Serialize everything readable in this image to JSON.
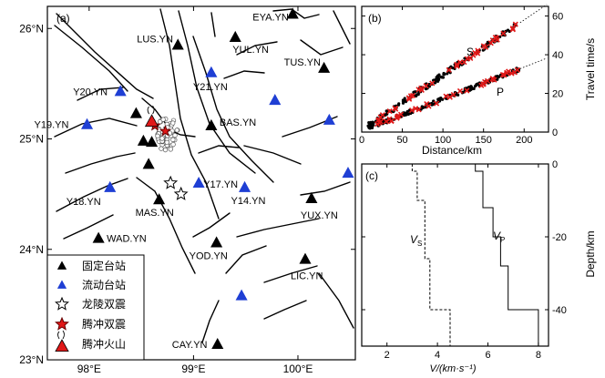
{
  "chart_data": [
    {
      "panel": "(a)",
      "type": "map",
      "lat_ticks": [
        "26°N",
        "25°N",
        "24°N",
        "23°N"
      ],
      "lon_ticks": [
        "98°E",
        "99°E",
        "100°E"
      ],
      "lat_range": [
        23.0,
        26.2
      ],
      "lon_range": [
        97.6,
        100.55
      ],
      "stations": [
        {
          "name": "EYA.YN",
          "lon": 99.95,
          "lat": 26.13,
          "kind": "fixed",
          "label": true
        },
        {
          "name": "LUS.YN",
          "lon": 98.85,
          "lat": 25.85,
          "kind": "fixed",
          "label": true
        },
        {
          "name": "YUL.YN",
          "lon": 99.4,
          "lat": 25.92,
          "kind": "fixed",
          "label": true
        },
        {
          "name": "TUS.YN",
          "lon": 100.25,
          "lat": 25.64,
          "kind": "fixed",
          "label": true
        },
        {
          "name": "Y21.YN",
          "lon": 99.17,
          "lat": 25.6,
          "kind": "mobile",
          "label": true
        },
        {
          "name": "Y20.YN",
          "lon": 98.3,
          "lat": 25.43,
          "kind": "mobile",
          "label": true
        },
        {
          "name": "",
          "lon": 99.78,
          "lat": 25.35,
          "kind": "mobile",
          "label": false
        },
        {
          "name": "Y19.YN",
          "lon": 97.98,
          "lat": 25.13,
          "kind": "mobile",
          "label": true
        },
        {
          "name": "",
          "lon": 98.45,
          "lat": 25.23,
          "kind": "fixed",
          "label": false
        },
        {
          "name": "",
          "lon": 100.3,
          "lat": 25.17,
          "kind": "mobile",
          "label": false
        },
        {
          "name": "BAS.YN",
          "lon": 99.17,
          "lat": 25.12,
          "kind": "fixed",
          "label": true
        },
        {
          "name": "",
          "lon": 98.52,
          "lat": 24.98,
          "kind": "fixed",
          "label": false
        },
        {
          "name": "",
          "lon": 98.6,
          "lat": 24.97,
          "kind": "fixed",
          "label": false
        },
        {
          "name": "",
          "lon": 98.57,
          "lat": 24.77,
          "kind": "fixed",
          "label": false
        },
        {
          "name": "Y17.YN",
          "lon": 99.05,
          "lat": 24.6,
          "kind": "mobile",
          "label": true
        },
        {
          "name": "",
          "lon": 100.48,
          "lat": 24.69,
          "kind": "mobile",
          "label": false
        },
        {
          "name": "Y18.YN",
          "lon": 98.2,
          "lat": 24.56,
          "kind": "mobile",
          "label": true
        },
        {
          "name": "Y14.YN",
          "lon": 99.49,
          "lat": 24.56,
          "kind": "mobile",
          "label": true
        },
        {
          "name": "MAS.YN",
          "lon": 98.67,
          "lat": 24.45,
          "kind": "fixed",
          "label": true
        },
        {
          "name": "YUX.YN",
          "lon": 100.13,
          "lat": 24.46,
          "kind": "fixed",
          "label": true
        },
        {
          "name": "WAD.YN",
          "lon": 98.09,
          "lat": 24.1,
          "kind": "fixed",
          "label": true
        },
        {
          "name": "YOD.YN",
          "lon": 99.22,
          "lat": 24.06,
          "kind": "fixed",
          "label": true
        },
        {
          "name": "LIC.YN",
          "lon": 100.07,
          "lat": 23.91,
          "kind": "fixed",
          "label": true
        },
        {
          "name": "",
          "lon": 99.46,
          "lat": 23.58,
          "kind": "mobile",
          "label": false
        },
        {
          "name": "CAY.YN",
          "lon": 99.23,
          "lat": 23.14,
          "kind": "fixed",
          "label": true
        }
      ],
      "events": [
        {
          "kind": "longling",
          "lon": 98.78,
          "lat": 24.6
        },
        {
          "kind": "longling",
          "lon": 98.88,
          "lat": 24.5
        },
        {
          "kind": "tengchong",
          "lon": 98.63,
          "lat": 25.12
        },
        {
          "kind": "tengchong",
          "lon": 98.73,
          "lat": 25.07
        },
        {
          "kind": "volcano",
          "lon": 98.6,
          "lat": 25.16
        }
      ],
      "legend": [
        {
          "symbol": "fixed",
          "label": "固定台站"
        },
        {
          "symbol": "mobile",
          "label": "流动台站"
        },
        {
          "symbol": "longling",
          "label": "龙陵双震"
        },
        {
          "symbol": "tengchong",
          "label": "腾冲双震"
        },
        {
          "symbol": "volcano",
          "label": "腾冲火山"
        }
      ],
      "colors": {
        "fixed": "#000000",
        "mobile": "#1f3fd4",
        "red": "#e01818"
      }
    },
    {
      "panel": "(b)",
      "type": "scatter",
      "xlabel": "Distance/km",
      "ylabel": "Travel time/s",
      "xticks": [
        0,
        50,
        100,
        150,
        200
      ],
      "yticks": [
        0,
        20,
        40,
        60
      ],
      "xlim": [
        0,
        230
      ],
      "ylim": [
        0,
        65
      ],
      "series": [
        {
          "name": "S",
          "slope": 0.285,
          "intercept": 1.0,
          "x_range": [
            8,
            195
          ]
        },
        {
          "name": "P",
          "slope": 0.165,
          "intercept": 0.6,
          "x_range": [
            8,
            195
          ]
        }
      ],
      "extrapolation_x_max": 228
    },
    {
      "panel": "(c)",
      "type": "line",
      "xlabel": "V/(km·s⁻¹)",
      "ylabel": "Depth/km",
      "xticks": [
        2,
        4,
        6,
        8
      ],
      "yticks": [
        0,
        -20,
        -40
      ],
      "xlim": [
        1,
        8.4
      ],
      "ylim": [
        -50,
        0
      ],
      "series": [
        {
          "name": "Vs",
          "label": "V_S",
          "steps": [
            [
              3.0,
              0
            ],
            [
              3.0,
              -2
            ],
            [
              3.2,
              -2
            ],
            [
              3.2,
              -10
            ],
            [
              3.5,
              -10
            ],
            [
              3.5,
              -26
            ],
            [
              3.7,
              -26
            ],
            [
              3.7,
              -40
            ],
            [
              4.5,
              -40
            ],
            [
              4.5,
              -50
            ]
          ]
        },
        {
          "name": "Vp",
          "label": "V_P",
          "steps": [
            [
              5.5,
              0
            ],
            [
              5.5,
              -2
            ],
            [
              5.8,
              -2
            ],
            [
              5.8,
              -12
            ],
            [
              6.2,
              -12
            ],
            [
              6.2,
              -20
            ],
            [
              6.5,
              -20
            ],
            [
              6.5,
              -28
            ],
            [
              6.8,
              -28
            ],
            [
              6.8,
              -40
            ],
            [
              8.0,
              -40
            ],
            [
              8.0,
              -50
            ]
          ]
        }
      ]
    }
  ],
  "labels": {
    "a_panel": "(a)",
    "b_panel": "(b)",
    "c_panel": "(c)",
    "b_s": "S",
    "b_p": "P",
    "b_xlabel": "Distance/km",
    "b_ylabel": "Travel time/s",
    "c_xlabel": "V/(km·s⁻¹)",
    "c_ylabel": "Depth/km",
    "c_vs_main": "V",
    "c_vs_sub": "S",
    "c_vp_main": "V",
    "c_vp_sub": "P"
  }
}
